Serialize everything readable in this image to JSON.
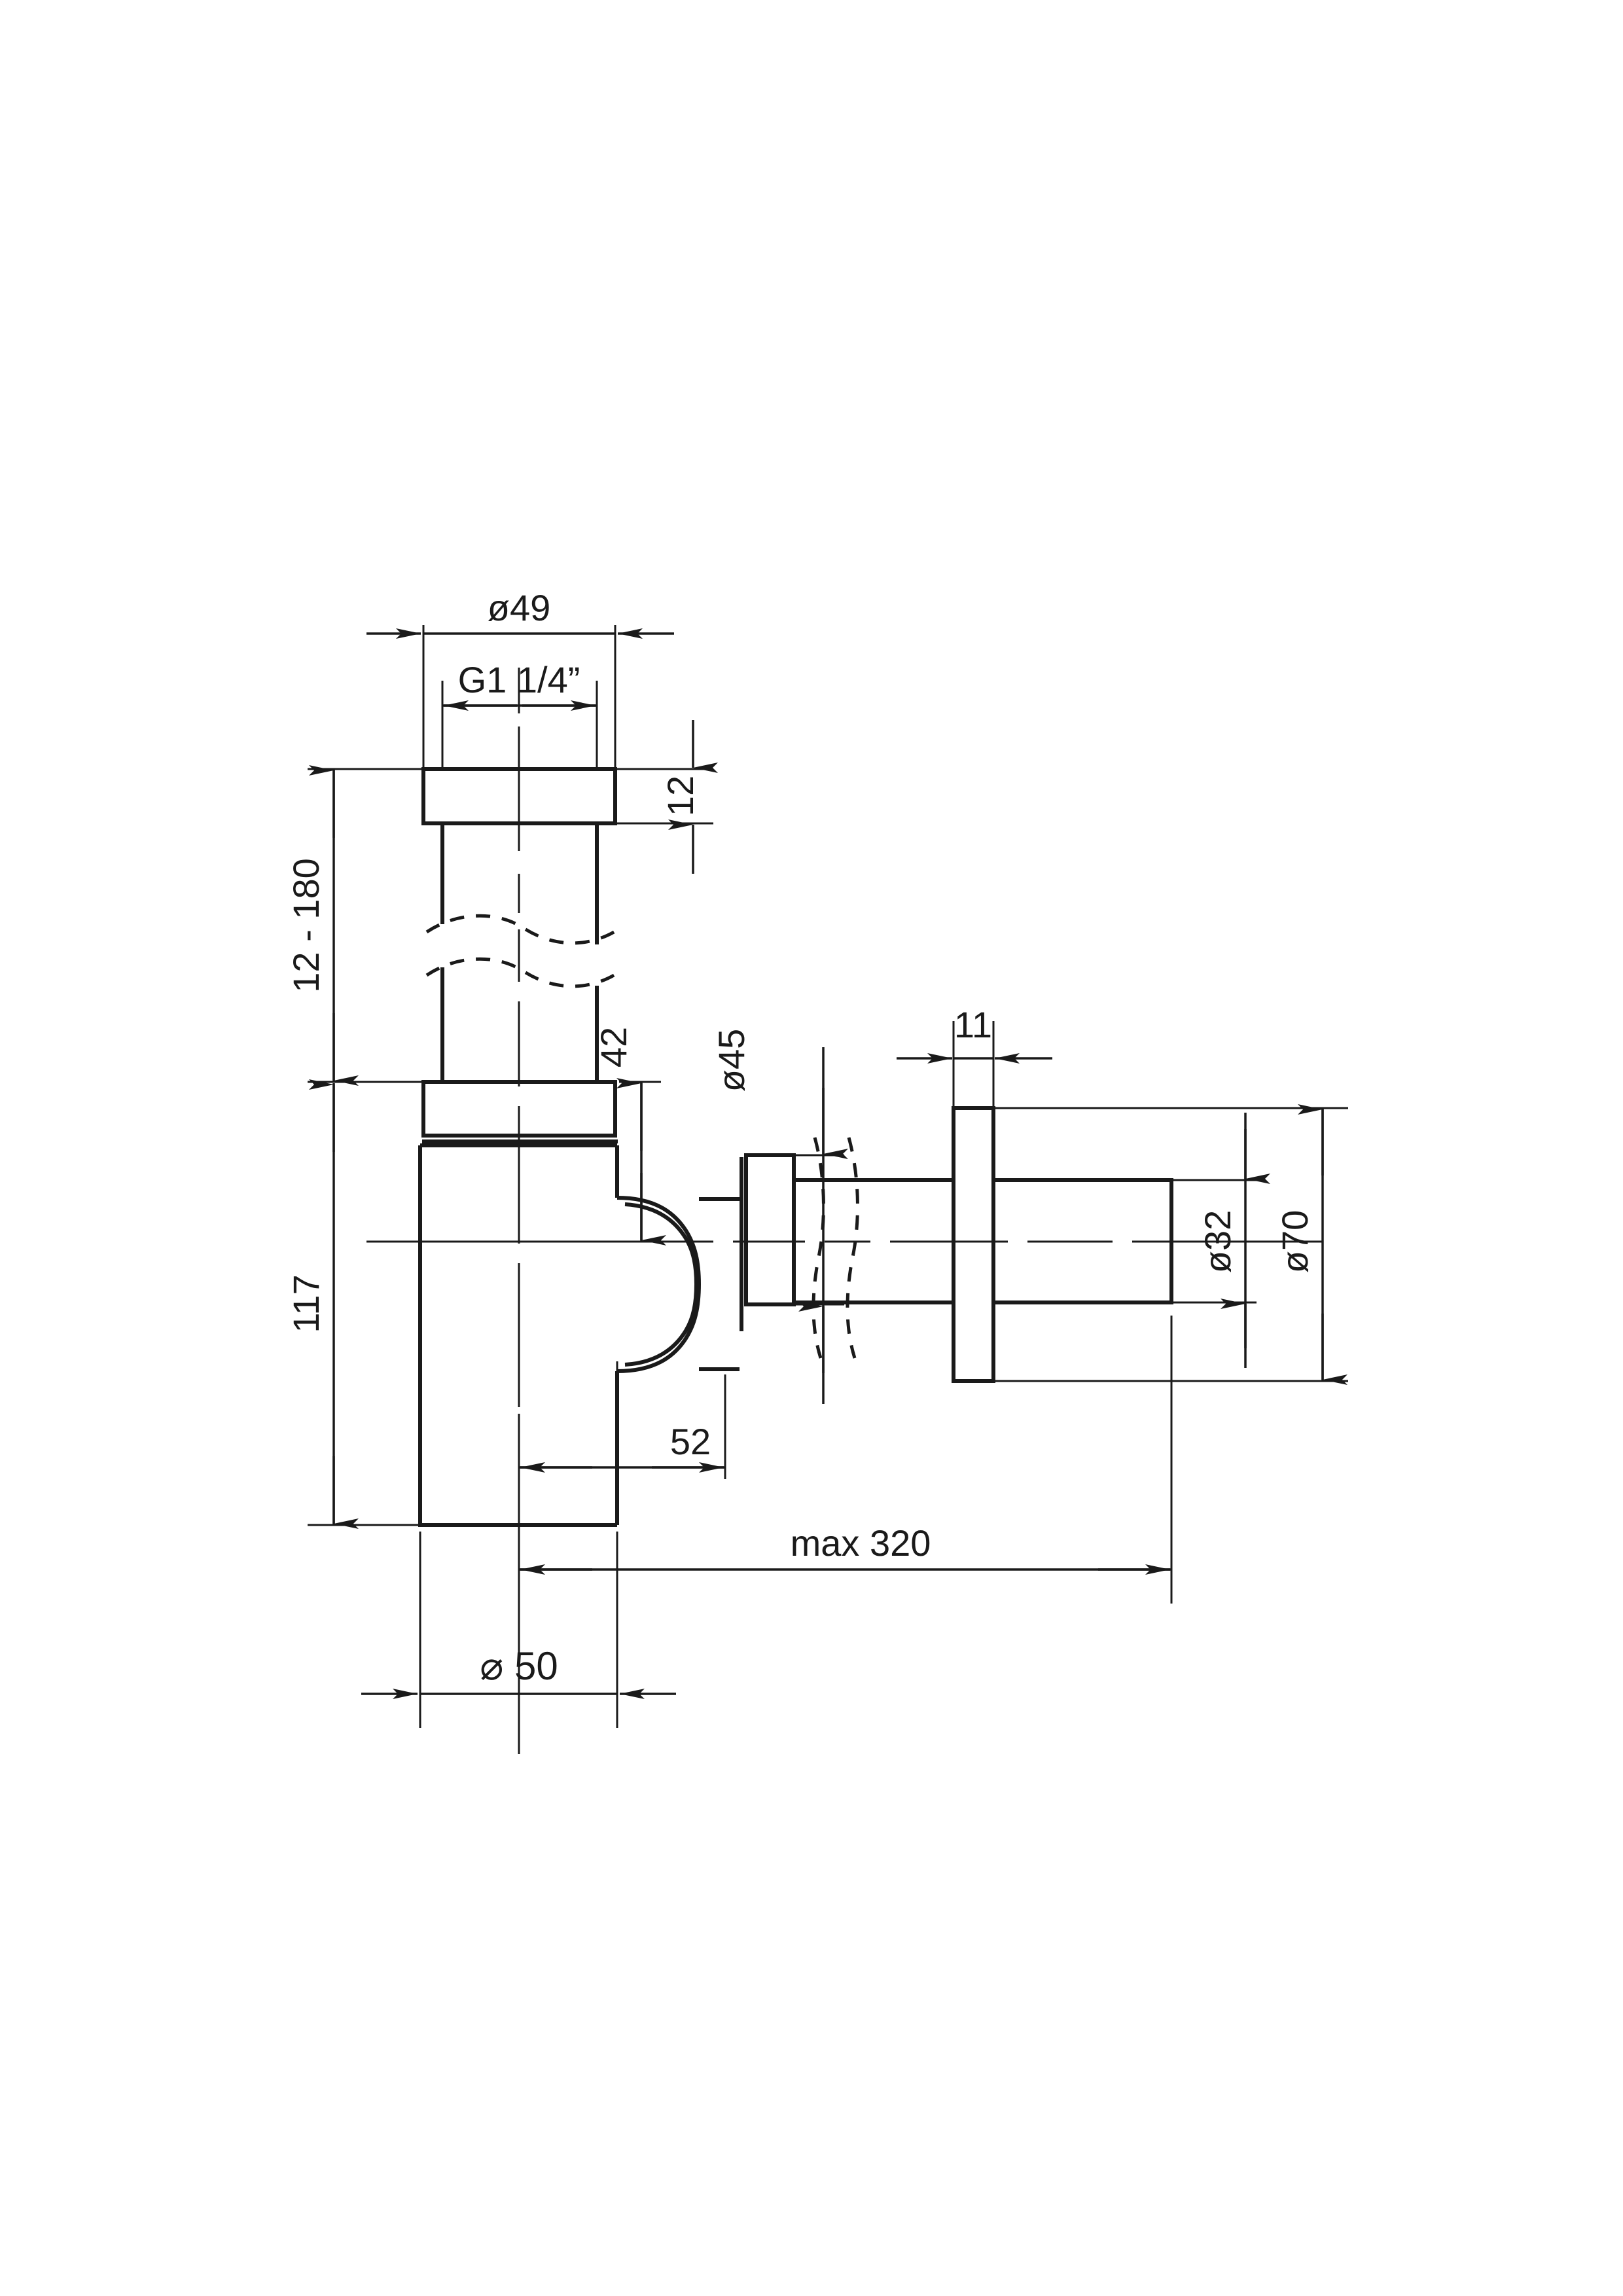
{
  "drawing": {
    "type": "technical-drawing",
    "subject": "bottle trap / siphon dimensioned section drawing",
    "background_color": "#ffffff",
    "line_color": "#1a1a1a",
    "units": "mm"
  },
  "dimensions": {
    "top_outer_diameter": "ø49",
    "thread_spec": "G1 1/4”",
    "top_flange_thickness": "12",
    "adjustable_height_range": "12 - 180",
    "body_height": "117",
    "outlet_centre_height": "42",
    "outlet_nut_diameter": "ø45",
    "wall_flange_thickness": "11",
    "outlet_pipe_diameter": "ø32",
    "wall_rosette_diameter": "ø70",
    "outlet_offset": "52",
    "max_reach": "max 320",
    "body_diameter": "⌀ 50"
  },
  "labels": [
    {
      "id": "d-49",
      "text": "ø49",
      "orientation": "horizontal"
    },
    {
      "id": "d-g114",
      "text": "G1 1/4”",
      "orientation": "horizontal"
    },
    {
      "id": "d-12",
      "text": "12",
      "orientation": "vertical"
    },
    {
      "id": "d-12-180",
      "text": "12 - 180",
      "orientation": "vertical"
    },
    {
      "id": "d-117",
      "text": "117",
      "orientation": "vertical"
    },
    {
      "id": "d-42",
      "text": "42",
      "orientation": "vertical"
    },
    {
      "id": "d-45",
      "text": "ø45",
      "orientation": "vertical"
    },
    {
      "id": "d-11",
      "text": "11",
      "orientation": "horizontal"
    },
    {
      "id": "d-32",
      "text": "ø32",
      "orientation": "vertical"
    },
    {
      "id": "d-70",
      "text": "ø70",
      "orientation": "vertical"
    },
    {
      "id": "d-52",
      "text": "52",
      "orientation": "horizontal"
    },
    {
      "id": "d-max320",
      "text": "max 320",
      "orientation": "horizontal"
    },
    {
      "id": "d-50",
      "text": "⌀ 50",
      "orientation": "horizontal"
    }
  ]
}
